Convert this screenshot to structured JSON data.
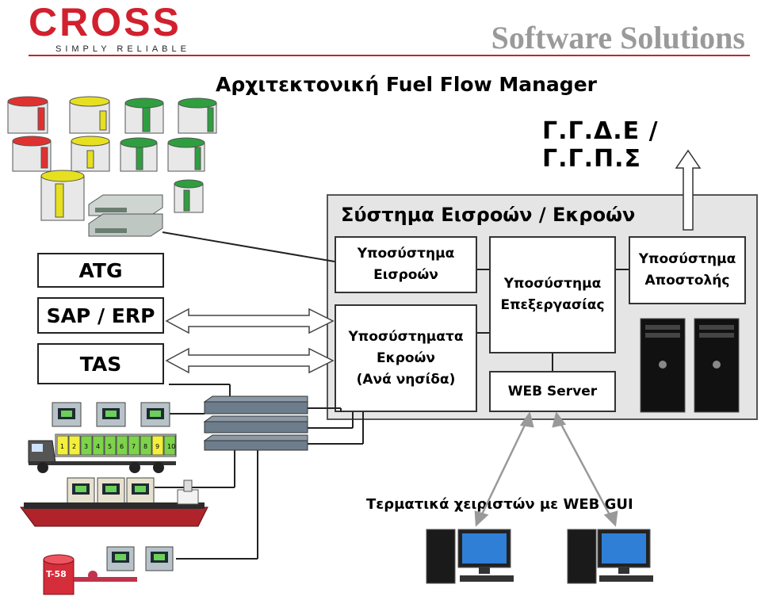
{
  "header": {
    "logo_text": "CROSS",
    "tagline": "SIMPLY RELIABLE",
    "brand": "Software Solutions"
  },
  "title": "Αρχιτεκτονική Fuel Flow Manager",
  "destination": "Γ.Γ.Δ.Ε / Γ.Γ.Π.Σ",
  "system": {
    "title": "Σύστημα Εισροών / Εκροών",
    "inputs": [
      "Υποσύστημα",
      "Εισροών"
    ],
    "processing": [
      "Υποσύστημα",
      "Επεξεργασίας"
    ],
    "dispatch": [
      "Υποσύστημα",
      "Αποστολής"
    ],
    "outputs": [
      "Υποσύστηματα",
      "Εκροών",
      "(Ανά νησίδα)"
    ],
    "web_server": "WEB Server"
  },
  "external": {
    "atg": "ATG",
    "sap": "SAP / ERP",
    "tas": "TAS"
  },
  "truck_compartments": [
    "1",
    "2",
    "3",
    "4",
    "5",
    "6",
    "7",
    "8",
    "9",
    "10"
  ],
  "tank_label": "T-58",
  "terminals_caption": "Τερματικά χειριστών με WEB GUI",
  "colors": {
    "brand_red": "#d1202e",
    "system_bg": "#e5e5e5",
    "tank_red": "#e03131",
    "tank_yellow": "#e6e020",
    "tank_green": "#2f9e3f",
    "compartment_green": "#7dd34a",
    "compartment_yellow": "#f3ef3a"
  }
}
